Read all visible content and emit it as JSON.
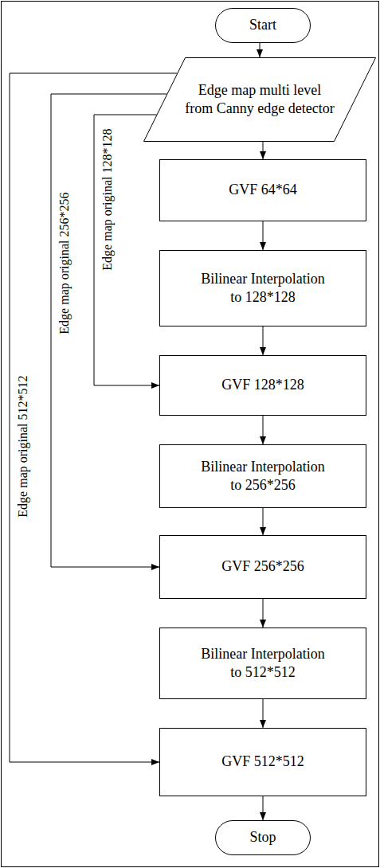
{
  "diagram": {
    "nodes": [
      {
        "text": [
          "Start"
        ]
      },
      {
        "text": [
          "Edge map multi level from Canny edge detector"
        ]
      },
      {
        "text": [
          "GVF 64*64"
        ]
      },
      {
        "text": [
          "Bilinear Interpolation to 128*128"
        ]
      },
      {
        "text": [
          "GVF 128*128"
        ]
      },
      {
        "text": [
          "Bilinear Interpolation to 256*256"
        ]
      },
      {
        "text": [
          "GVF 256*256"
        ]
      },
      {
        "text": [
          "Bilinear Interpolation to 512*512"
        ]
      },
      {
        "text": [
          "GVF 512*512"
        ]
      },
      {
        "text": [
          "Stop"
        ]
      }
    ],
    "edges": [
      {
        "from": 0,
        "to": 1,
        "arrow": "to"
      },
      {
        "from": 1,
        "to": 2,
        "arrow": "to"
      },
      {
        "from": 2,
        "to": 3,
        "arrow": "to"
      },
      {
        "from": 3,
        "to": 4,
        "arrow": "to"
      },
      {
        "from": 4,
        "to": 5,
        "arrow": "to"
      },
      {
        "from": 5,
        "to": 6,
        "arrow": "to"
      },
      {
        "from": 6,
        "to": 7,
        "arrow": "to"
      },
      {
        "from": 7,
        "to": 8,
        "arrow": "to"
      },
      {
        "from": 8,
        "to": 9,
        "arrow": "to"
      },
      {
        "from": 1,
        "to": 4,
        "label": "Edge map original 128*128",
        "arrow": "to"
      },
      {
        "from": 1,
        "to": 6,
        "label": "Edge map original 256*256",
        "arrow": "to"
      },
      {
        "from": 1,
        "to": 8,
        "label": "Edge map original 512*512",
        "arrow": "to"
      }
    ]
  }
}
